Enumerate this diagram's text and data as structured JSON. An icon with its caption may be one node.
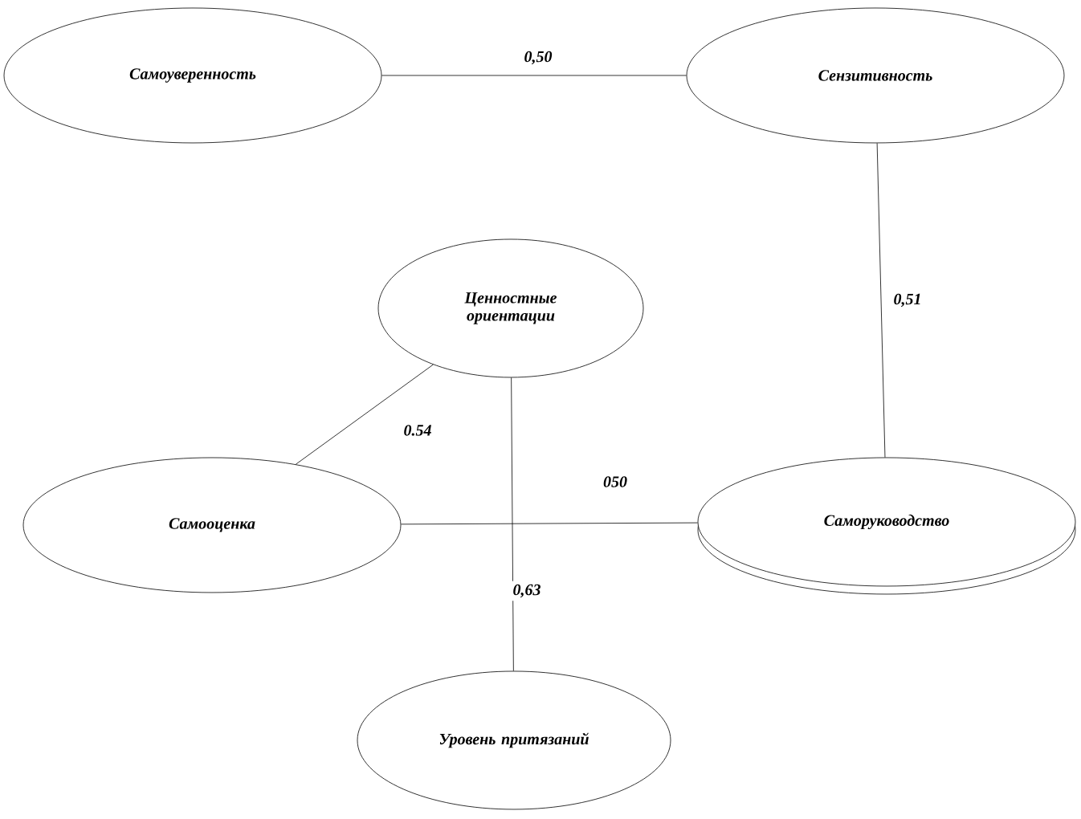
{
  "diagram": {
    "nodes": [
      {
        "text": [
          "Самоуверенность"
        ]
      },
      {
        "text": [
          "Сензитивность"
        ]
      },
      {
        "text": [
          "Ценностные ориентации"
        ]
      },
      {
        "text": [
          "Самооценка"
        ]
      },
      {
        "text": [
          "Саморуководство"
        ]
      },
      {
        "text": [
          "Уровень притязаний"
        ]
      }
    ],
    "edges": [
      {
        "from": 0,
        "to": 1,
        "arrow": "none",
        "label": "0,50"
      },
      {
        "from": 1,
        "to": 4,
        "arrow": "none",
        "label": "0,51"
      },
      {
        "from": 2,
        "to": 3,
        "arrow": "none",
        "label": "0.54"
      },
      {
        "from": 3,
        "to": 4,
        "arrow": "none",
        "label": "050"
      },
      {
        "from": 2,
        "to": 5,
        "arrow": "none",
        "label": "0,63"
      }
    ]
  }
}
